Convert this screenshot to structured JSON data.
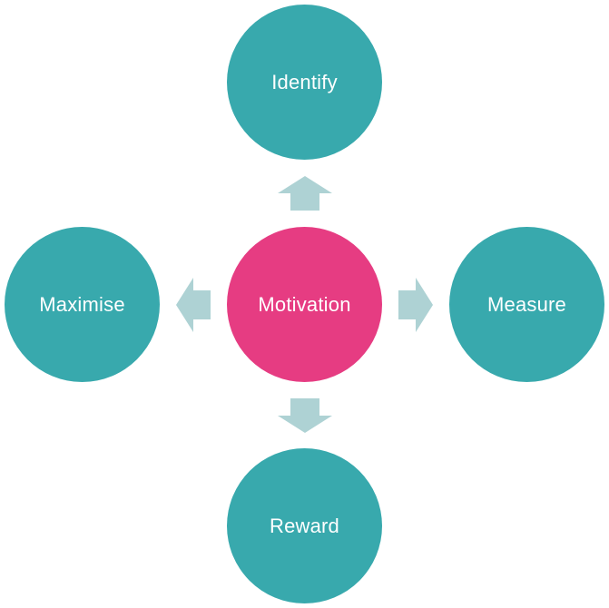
{
  "diagram": {
    "center": {
      "label": "Motivation"
    },
    "nodes": {
      "top": {
        "label": "Identify"
      },
      "right": {
        "label": "Measure"
      },
      "bottom": {
        "label": "Reward"
      },
      "left": {
        "label": "Maximise"
      }
    }
  },
  "colors": {
    "center_fill": "#E63C82",
    "node_fill": "#38A9AD",
    "arrow_fill": "#AED2D4",
    "label_text": "#FFFFFF"
  },
  "icons": {
    "arrow_up": "arrow-up-icon",
    "arrow_right": "arrow-right-icon",
    "arrow_down": "arrow-down-icon",
    "arrow_left": "arrow-left-icon"
  }
}
